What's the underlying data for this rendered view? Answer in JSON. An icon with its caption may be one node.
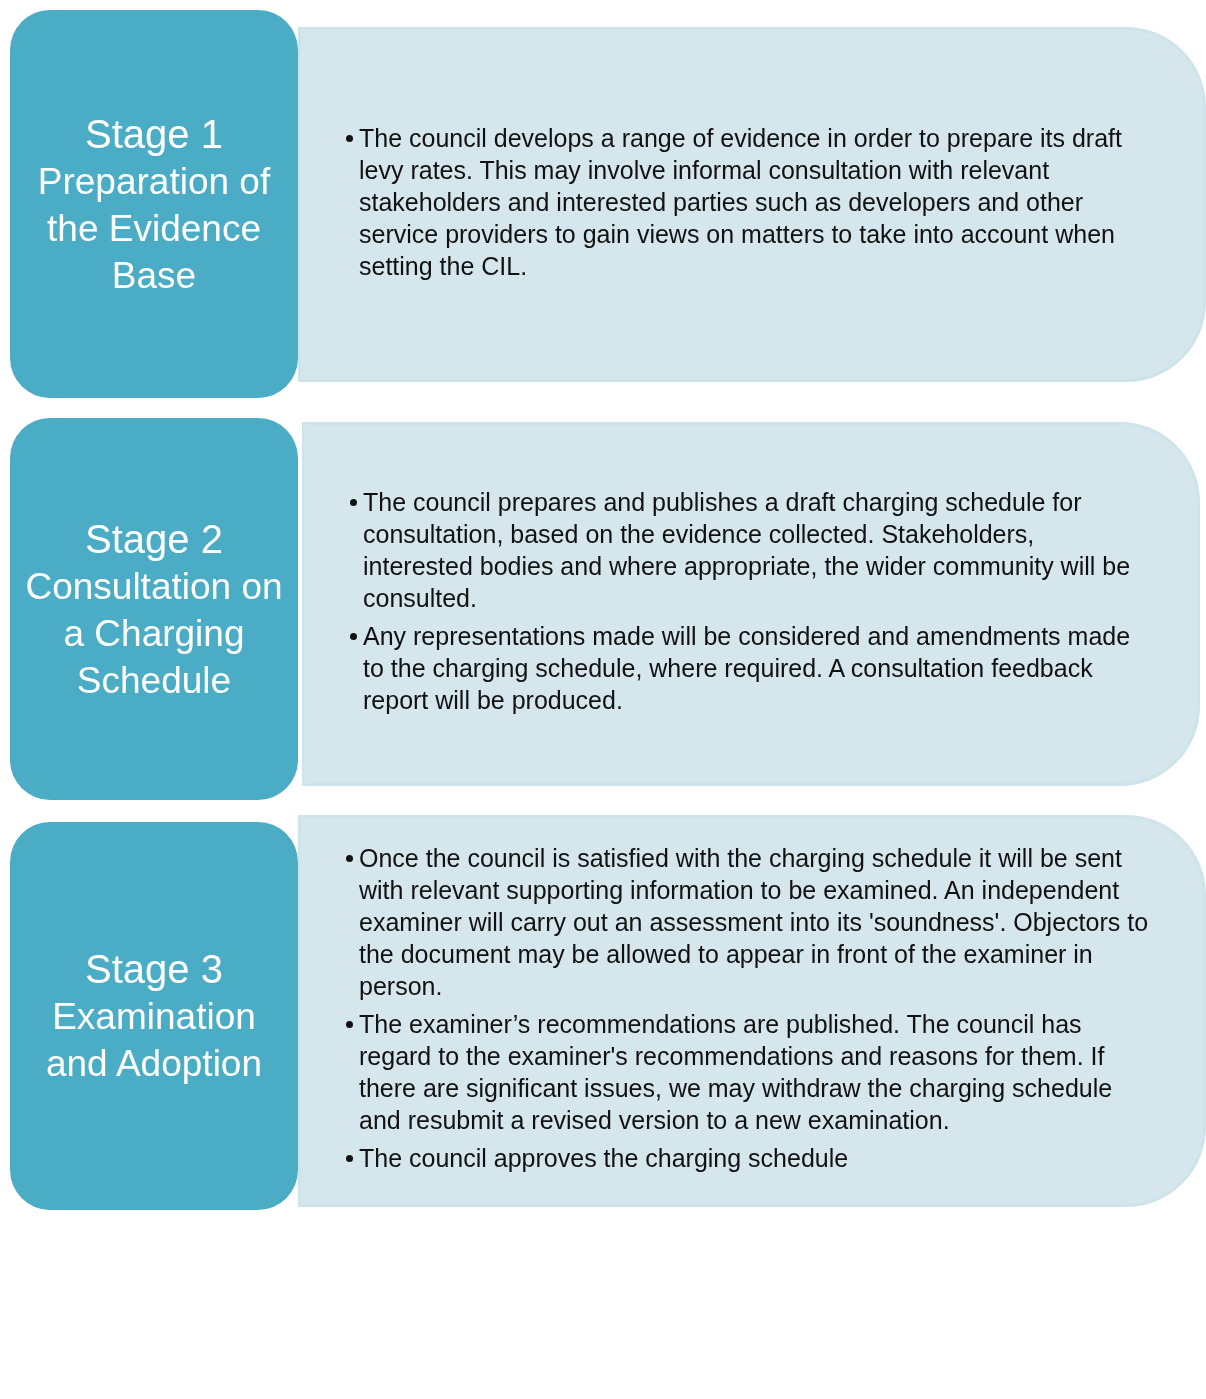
{
  "diagram": {
    "nodes": [
      {
        "text": [
          "Stage 1",
          "Preparation of the Evidence Base"
        ]
      },
      {
        "text": [
          "The council develops a range of evidence in order to prepare its draft levy rates. This may involve informal consultation with relevant stakeholders and interested parties such as developers and other service providers to gain views on matters to take into account when setting the CIL."
        ]
      },
      {
        "text": [
          "Stage 2",
          "Consultation on a Charging Schedule"
        ]
      },
      {
        "text": [
          "The council prepares and publishes a draft charging schedule for consultation, based on the evidence collected. Stakeholders, interested bodies and where appropriate, the wider community will be consulted.",
          "Any representations made will be considered and amendments made to the charging schedule, where required. A consultation feedback report will be produced."
        ]
      },
      {
        "text": [
          "Stage 3",
          "Examination and Adoption"
        ]
      },
      {
        "text": [
          "Once the council is satisfied with the charging schedule it will be sent with relevant supporting information to be examined. An independent examiner will carry out an assessment into its 'soundness'. Objectors to the document may be allowed to appear in front of the examiner in person.",
          "The examiner’s recommendations are published. The council has regard to the examiner's recommendations and reasons for them. If there are significant issues, we may withdraw the charging schedule and resubmit a revised version to a new examination.",
          "The council approves the charging schedule"
        ]
      }
    ],
    "edges": []
  }
}
